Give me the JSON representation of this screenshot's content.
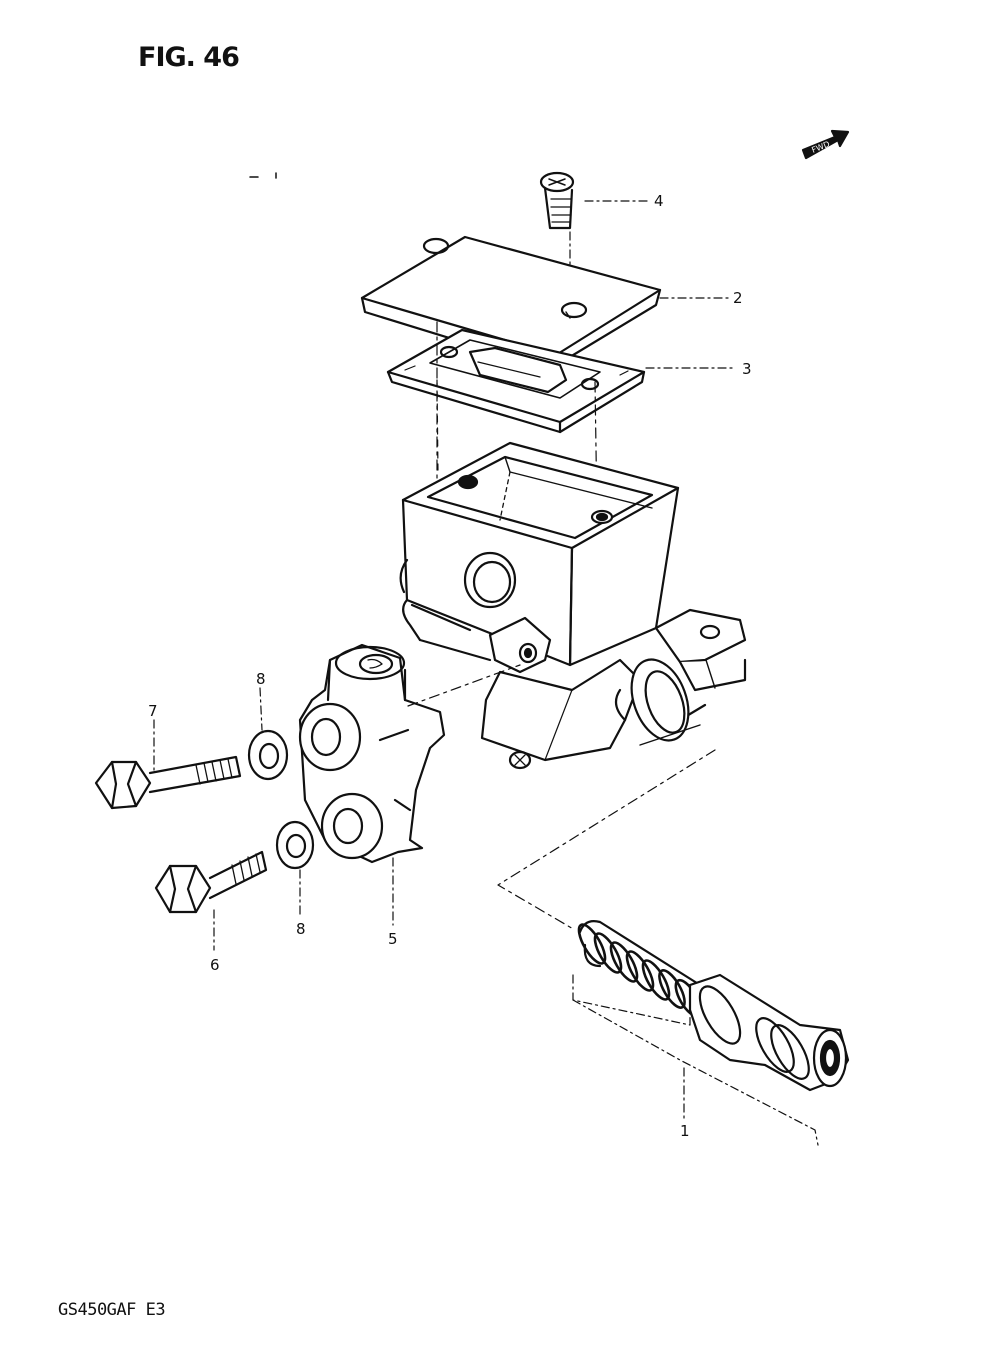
{
  "figure": {
    "title": "FIG. 46"
  },
  "footer": {
    "model_code": "GS450GAF E3"
  },
  "direction_arrow": {
    "icon": "front-direction-arrow-icon",
    "text": "FWD"
  },
  "callouts": [
    "1",
    "2",
    "3",
    "4",
    "5",
    "6",
    "7",
    "8",
    "8"
  ],
  "colors": {
    "ink": "#111111",
    "background": "#ffffff"
  }
}
